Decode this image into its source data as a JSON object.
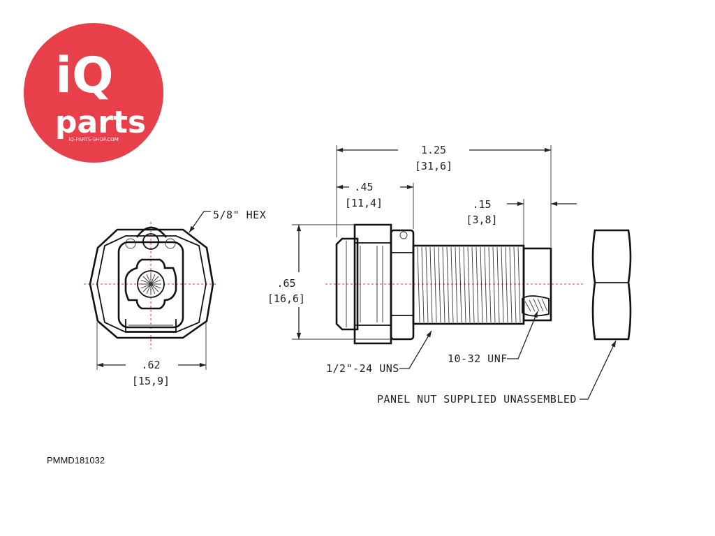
{
  "logo": {
    "brand_line1": "iQ",
    "brand_line2": "parts",
    "url": "IQ-PARTS-SHOP.COM",
    "color": "#e8404a"
  },
  "dimensions": {
    "overall_length": {
      "inch": "1.25",
      "mm": "[31,6]"
    },
    "body_length": {
      "inch": ".45",
      "mm": "[11,4]"
    },
    "stub_length": {
      "inch": ".15",
      "mm": "[3,8]"
    },
    "height": {
      "inch": ".65",
      "mm": "[16,6]"
    },
    "front_width": {
      "inch": ".62",
      "mm": "[15,9]"
    }
  },
  "callouts": {
    "hex": "5/8\" HEX",
    "thread_main": "1/2\"-24 UNS",
    "thread_port": "10-32 UNF",
    "panel_nut": "PANEL NUT SUPPLIED UNASSEMBLED"
  },
  "part_number": "PMMD181032",
  "colors": {
    "centerline": "#e53b3b",
    "line": "#111111"
  }
}
